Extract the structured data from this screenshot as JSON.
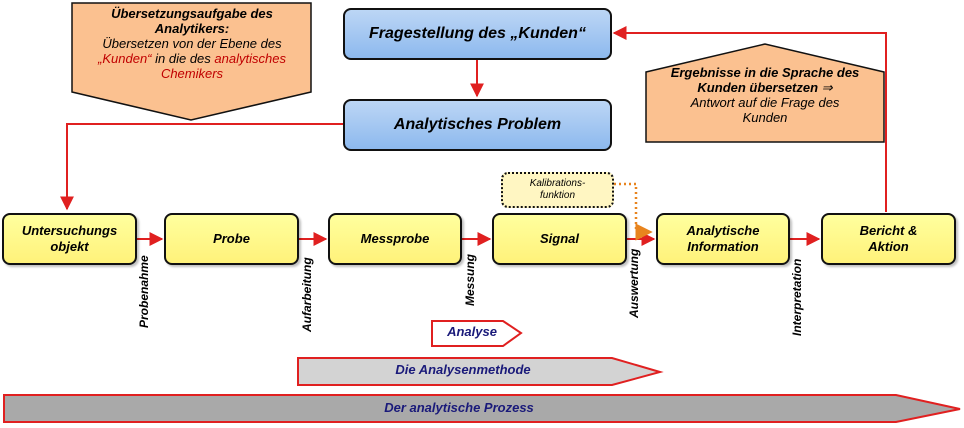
{
  "top_box": "Fragestellung des „Kunden“",
  "problem_box": "Analytisches Problem",
  "left_callout": {
    "title_1": "Übersetzungsaufgabe des",
    "title_2": "Analytikers:",
    "body_1": "Übersetzen von der Ebene des",
    "kunden": "„Kunden“",
    "body_2": "in die des",
    "red_1": "analytisches",
    "red_2": "Chemikers"
  },
  "right_callout": {
    "bold_1": "Ergebnisse in die Sprache des",
    "bold_2": "Kunden übersetzen",
    "arrow_symbol": "⇒",
    "body_1": "Antwort auf die Frage des",
    "body_2": "Kunden"
  },
  "steps": [
    {
      "line1": "Untersuchungs",
      "line2": "objekt"
    },
    {
      "line1": "Probe",
      "line2": ""
    },
    {
      "line1": "Messprobe",
      "line2": ""
    },
    {
      "line1": "Signal",
      "line2": ""
    },
    {
      "line1": "Analytische",
      "line2": "Information"
    },
    {
      "line1": "Bericht &",
      "line2": "Aktion"
    }
  ],
  "calibration": {
    "line1": "Kalibrations-",
    "line2": "funktion"
  },
  "transitions": [
    "Probenahme",
    "Aufarbeitung",
    "Messung",
    "Auswertung",
    "Interpretation"
  ],
  "bars": {
    "analyse": "Analyse",
    "methode": "Die Analysenmethode",
    "prozess": "Der analytische Prozess"
  },
  "colors": {
    "arrow_red": "#e02020",
    "dotted_orange": "#e8841e",
    "text_navy": "#1a1a7a",
    "callout_fill": "#fbc190"
  }
}
